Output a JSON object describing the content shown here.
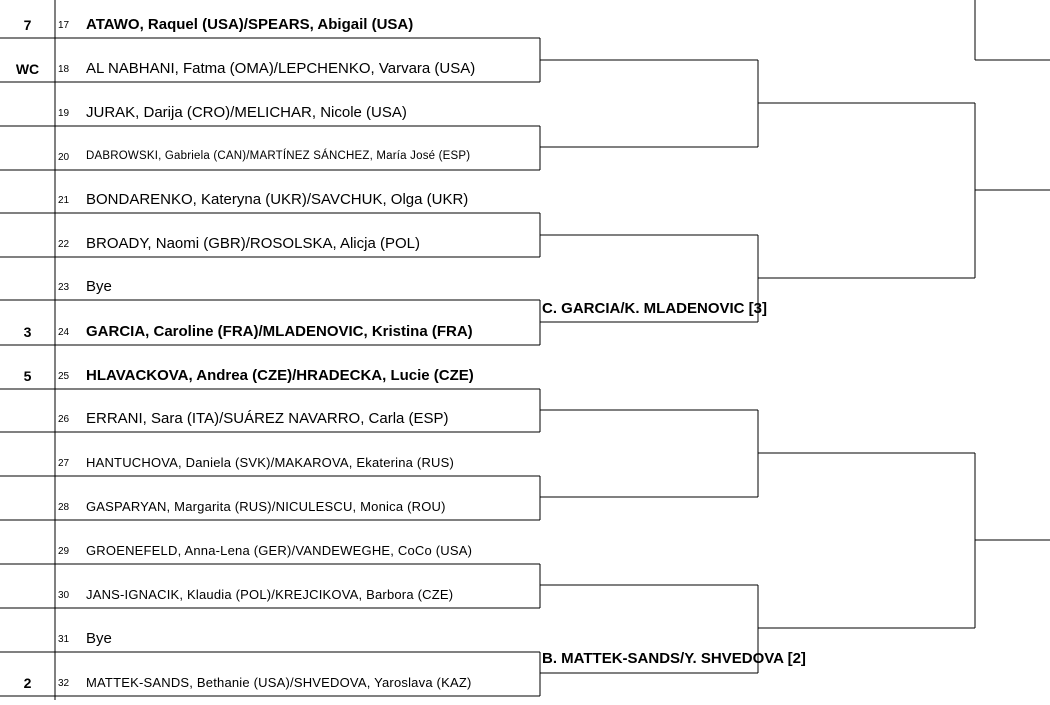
{
  "bracket": {
    "entries": [
      {
        "seed": "7",
        "num": "17",
        "name": "ATAWO, Raquel (USA)/SPEARS, Abigail (USA)",
        "bold": true
      },
      {
        "seed": "WC",
        "num": "18",
        "name": "AL NABHANI, Fatma (OMA)/LEPCHENKO, Varvara (USA)"
      },
      {
        "seed": "",
        "num": "19",
        "name": "JURAK, Darija (CRO)/MELICHAR, Nicole (USA)"
      },
      {
        "seed": "",
        "num": "20",
        "name": "DABROWSKI, Gabriela (CAN)/MARTÍNEZ SÁNCHEZ, María José (ESP)",
        "size": "small"
      },
      {
        "seed": "",
        "num": "21",
        "name": "BONDARENKO, Kateryna (UKR)/SAVCHUK, Olga (UKR)"
      },
      {
        "seed": "",
        "num": "22",
        "name": "BROADY, Naomi (GBR)/ROSOLSKA, Alicja (POL)"
      },
      {
        "seed": "",
        "num": "23",
        "name": "Bye"
      },
      {
        "seed": "3",
        "num": "24",
        "name": "GARCIA, Caroline (FRA)/MLADENOVIC, Kristina (FRA)",
        "bold": true
      },
      {
        "seed": "5",
        "num": "25",
        "name": "HLAVACKOVA, Andrea (CZE)/HRADECKA, Lucie (CZE)",
        "bold": true
      },
      {
        "seed": "",
        "num": "26",
        "name": "ERRANI, Sara (ITA)/SUÁREZ NAVARRO, Carla (ESP)"
      },
      {
        "seed": "",
        "num": "27",
        "name": "HANTUCHOVA, Daniela (SVK)/MAKAROVA, Ekaterina (RUS)",
        "size": "med"
      },
      {
        "seed": "",
        "num": "28",
        "name": "GASPARYAN, Margarita (RUS)/NICULESCU, Monica (ROU)",
        "size": "med"
      },
      {
        "seed": "",
        "num": "29",
        "name": "GROENEFELD, Anna-Lena (GER)/VANDEWEGHE, CoCo (USA)",
        "size": "med"
      },
      {
        "seed": "",
        "num": "30",
        "name": "JANS-IGNACIK, Klaudia (POL)/KREJCIKOVA, Barbora (CZE)",
        "size": "med"
      },
      {
        "seed": "",
        "num": "31",
        "name": "Bye"
      },
      {
        "seed": "2",
        "num": "32",
        "name": "MATTEK-SANDS, Bethanie (USA)/SHVEDOVA, Yaroslava (KAZ)",
        "size": "med"
      }
    ],
    "winners": [
      {
        "text": "C. GARCIA/K. MLADENOVIC [3]"
      },
      {
        "text": "B. MATTEK-SANDS/Y. SHVEDOVA [2]"
      }
    ]
  }
}
